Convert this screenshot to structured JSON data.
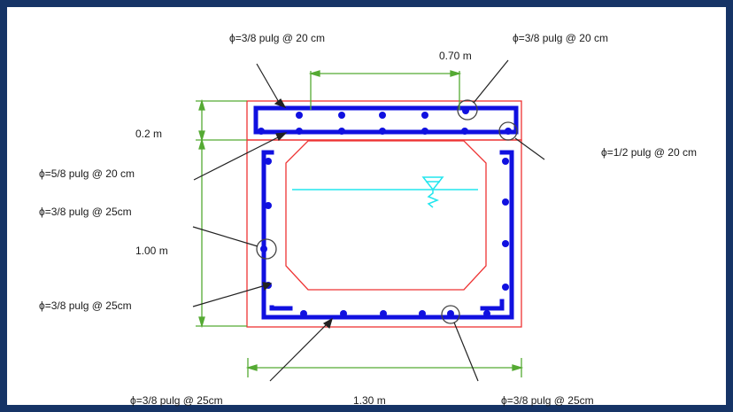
{
  "colors": {
    "border": "#163466",
    "concrete": "#ee3333",
    "rebar": "#1010e0",
    "dimension": "#55aa33",
    "water": "#22e6ee",
    "leader": "#222222"
  },
  "labels": {
    "top_left": "ϕ=3/8 pulg @ 20 cm",
    "top_right": "ϕ=3/8 pulg @ 20 cm",
    "right": "ϕ=1/2 pulg @  20 cm",
    "left_1": "ϕ=5/8 pulg @  20 cm",
    "left_2": "ϕ=3/8 pulg @  25cm",
    "left_3": "ϕ=3/8 pulg @  25cm",
    "bottom_left": "ϕ=3/8 pulg @  25cm",
    "bottom_right": "ϕ=3/8 pulg @  25cm"
  },
  "dimensions": {
    "top_slab": "0.70 m",
    "slab_thickness": "0.2 m",
    "wall_height": "1.00 m",
    "total_width": "1.30 m"
  }
}
